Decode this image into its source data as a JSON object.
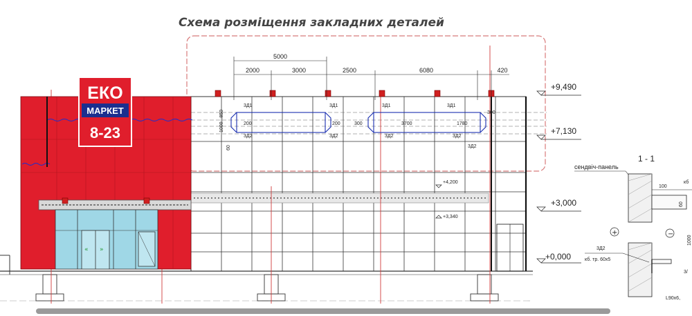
{
  "title": "Схема розміщення закладних деталей",
  "sign": {
    "line1": "ЕКО",
    "line2": "МАРКЕТ",
    "line3": "8-23"
  },
  "dims": {
    "d5000": "5000",
    "d2000": "2000",
    "d3000": "3000",
    "d2500": "2500",
    "d6080": "6080",
    "d420": "420",
    "d1000_850": "1000...850",
    "d60": "60",
    "d200a": "200",
    "d200b": "200",
    "d300a": "300",
    "d3700": "3700",
    "d1780": "1780",
    "d300b": "300"
  },
  "marks": {
    "zd1": "3Д1",
    "zd2": "3Д2"
  },
  "levels": {
    "l9490": "+9,490",
    "l7130": "+7,130",
    "l3000": "+3,000",
    "l0000": "+0,000",
    "l4200": "+4,200",
    "l3340": "+3,340"
  },
  "section": {
    "title": "1 - 1",
    "panel_label": "сендвіч-панель",
    "d100": "100",
    "d60": "60",
    "d1000": "1000",
    "kb": "кб",
    "zd2": "3Д2",
    "kb_tube": "кб. тр. 60х5",
    "l90": "L90х6,",
    "zd_cut": "3/"
  }
}
